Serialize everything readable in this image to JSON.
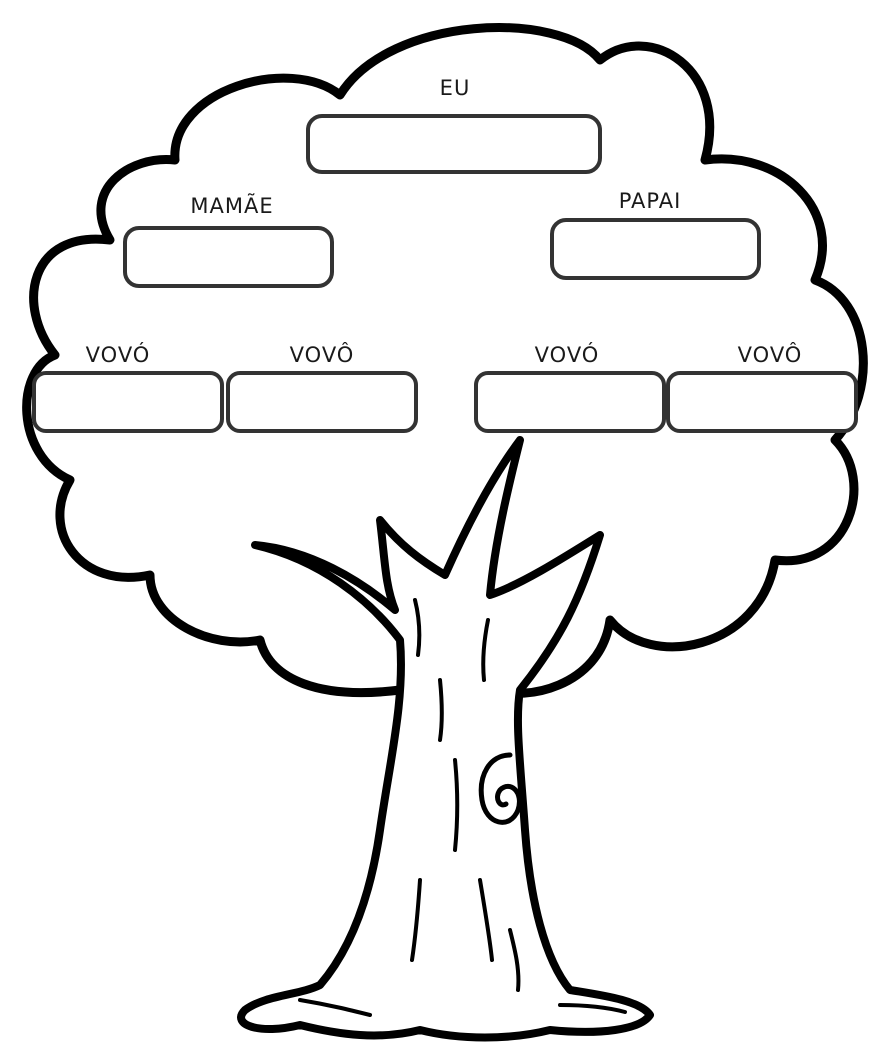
{
  "tree": {
    "labels": {
      "eu": "EU",
      "mamae": "MAMÃE",
      "papai": "PAPAI",
      "vovo_1": "VOVÓ",
      "vovo_2": "VOVÔ",
      "vovo_3": "VOVÓ",
      "vovo_4": "VOVÔ"
    }
  },
  "colors": {
    "outline": "#000000",
    "box_stroke": "#333333",
    "background": "#ffffff"
  }
}
